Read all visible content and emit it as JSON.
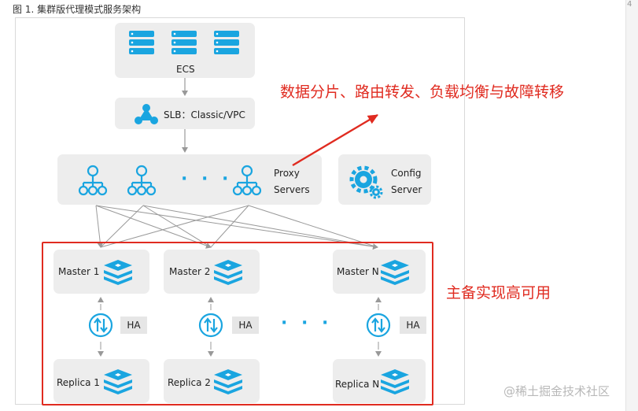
{
  "caption": "图 1. 集群版代理模式服务架构",
  "corner_mark": "4",
  "ecs": {
    "label": "ECS"
  },
  "slb": {
    "label": "SLB：Classic/VPC"
  },
  "proxy": {
    "label_line1": "Proxy",
    "label_line2": "Servers",
    "ellipsis": "· · ·"
  },
  "config": {
    "label_line1": "Config",
    "label_line2": "Server"
  },
  "masters": [
    "Master 1",
    "Master 2",
    "Master N"
  ],
  "replicas": [
    "Replica 1",
    "Replica 2",
    "Replica N"
  ],
  "ha_label": "HA",
  "ha_ellipsis": "· · ·",
  "annotation_top": "数据分片、路由转发、负载均衡与故障转移",
  "annotation_side": "主备实现高可用",
  "watermark": "@稀土掘金技术社区",
  "colors": {
    "accent": "#1aa5e0",
    "annotation": "#e02b20",
    "box": "#ededed"
  }
}
